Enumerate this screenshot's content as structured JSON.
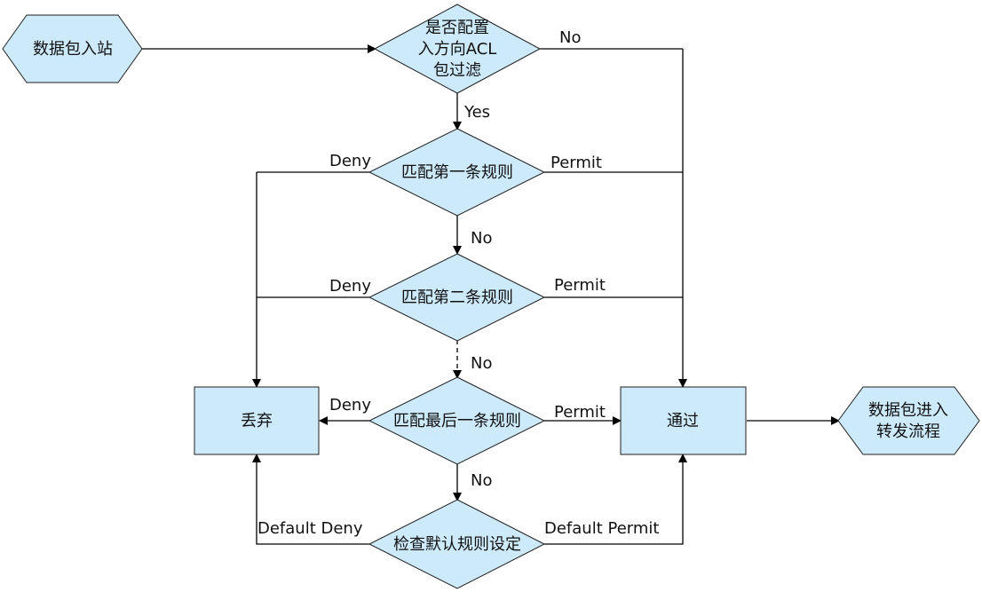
{
  "nodes": {
    "start": "数据包入站",
    "acl_check": [
      "是否配置",
      "入方向ACL",
      "包过滤"
    ],
    "rule1": "匹配第一条规则",
    "rule2": "匹配第二条规则",
    "rule_last": "匹配最后一条规则",
    "default_check": "检查默认规则设定",
    "drop": "丢弃",
    "pass": "通过",
    "forward": [
      "数据包进入",
      "转发流程"
    ]
  },
  "labels": {
    "acl_no": "No",
    "acl_yes": "Yes",
    "rule1_deny": "Deny",
    "rule1_permit": "Permit",
    "rule1_no": "No",
    "rule2_deny": "Deny",
    "rule2_permit": "Permit",
    "rule2_no": "No",
    "last_deny": "Deny",
    "last_permit": "Permit",
    "last_no": "No",
    "default_deny": "Default Deny",
    "default_permit": "Default Permit"
  },
  "colors": {
    "shape_fill": "#cdeafb",
    "line": "#000000"
  }
}
